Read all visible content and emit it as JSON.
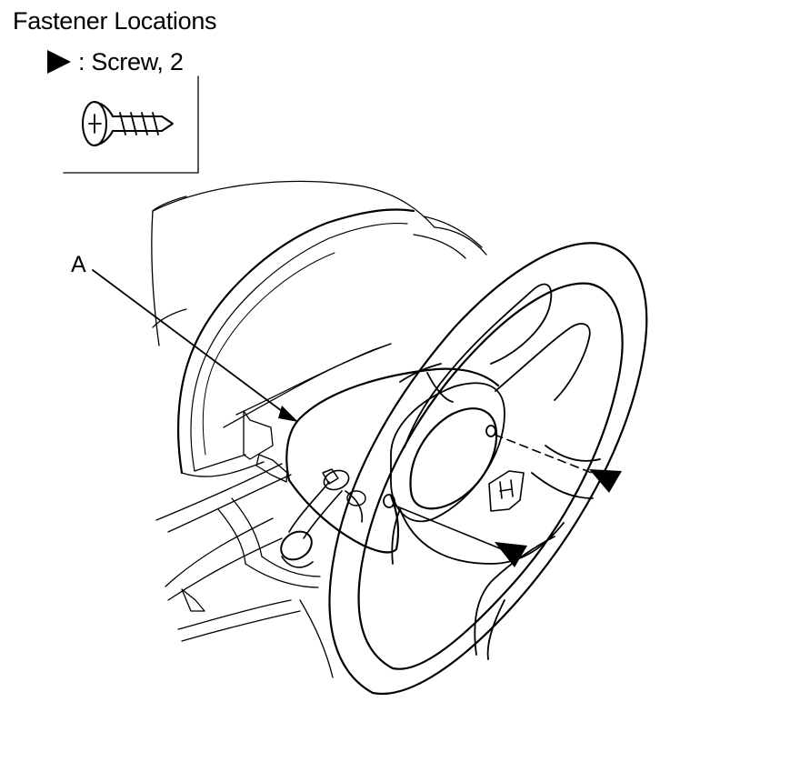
{
  "title": "Fastener Locations",
  "legend": {
    "symbol": "filled-triangle-icon",
    "text": ": Screw, 2"
  },
  "callout": {
    "label": "A"
  },
  "colors": {
    "line": "#000000",
    "background": "#ffffff"
  },
  "icons": [
    "screw-icon",
    "filled-triangle-icon",
    "arrow-pointer-icon"
  ]
}
